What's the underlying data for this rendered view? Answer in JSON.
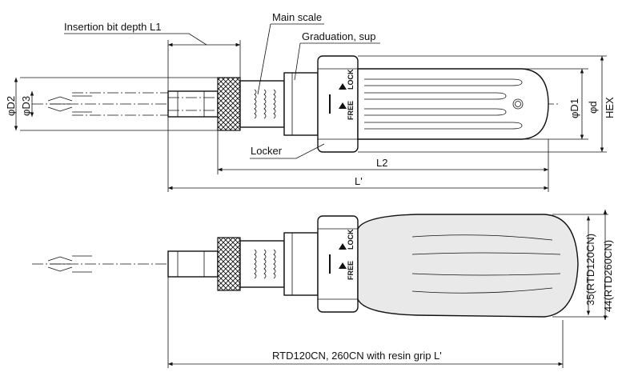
{
  "labels": {
    "insertion_depth": "Insertion bit depth L1",
    "main_scale": "Main scale",
    "graduation": "Graduation, sup",
    "locker": "Locker",
    "phi_d2": "φD2",
    "phi_d3": "φD3",
    "phi_d1": "φD1",
    "phi_d": "φd",
    "hex": "HEX",
    "l2": "L2",
    "l_prime": "L'",
    "rtd120": "35(RTD120CN)",
    "rtd260": "44(RTD260CN)",
    "resin_grip": "RTD120CN, 260CN with resin grip L'"
  },
  "collar_text": {
    "lock": "LOCK",
    "free": "FREE"
  }
}
